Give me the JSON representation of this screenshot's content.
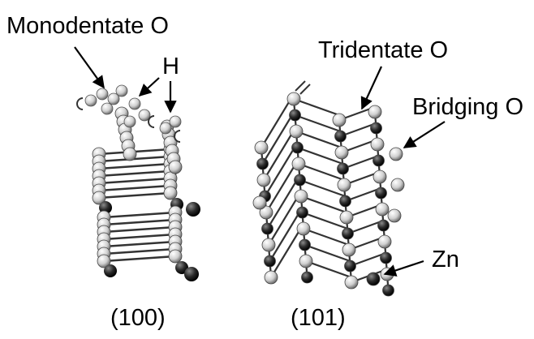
{
  "labels": {
    "monodentate_o": "Monodentate O",
    "h": "H",
    "tridentate_o": "Tridentate O",
    "bridging_o": "Bridging O",
    "zn": "Zn"
  },
  "captions": {
    "left": "(100)",
    "right": "(101)"
  },
  "colors": {
    "ink": "#000000",
    "oxygen_light": "#e6e6e6",
    "zinc_dark": "#1a1a1a",
    "bond": "#333333"
  }
}
